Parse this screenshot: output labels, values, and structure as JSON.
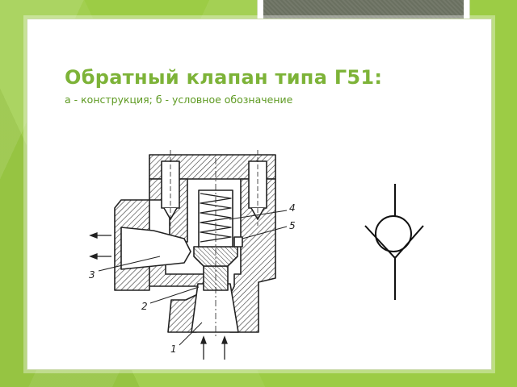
{
  "slide": {
    "title": "Обратный клапан типа Г51:",
    "subtitle": "а - конструкция; б - условное обозначение"
  },
  "drawing": {
    "callouts": [
      "4",
      "5",
      "3",
      "2",
      "1"
    ]
  },
  "colors": {
    "background": "#9ccc45",
    "title": "#7db338",
    "subtitle": "#5e9a22",
    "header_panel": "#6e7464"
  }
}
